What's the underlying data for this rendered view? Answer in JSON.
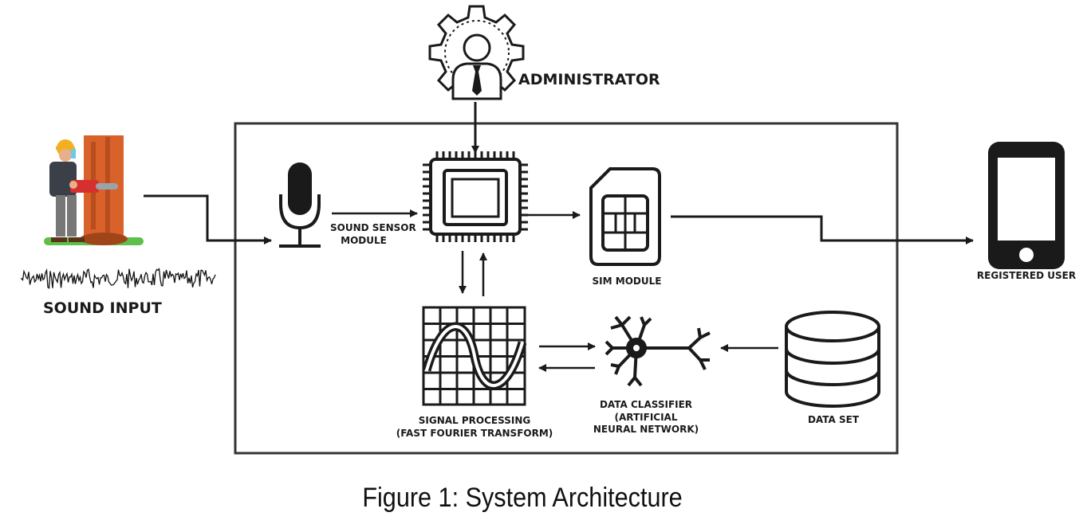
{
  "nodes": {
    "administrator": "ADMINISTRATOR",
    "sound_input": "SOUND INPUT",
    "sound_sensor": [
      "SOUND SENSOR",
      "MODULE"
    ],
    "sim_module": "SIM MODULE",
    "registered_user": "REGISTERED USER",
    "signal_processing": [
      "SIGNAL PROCESSING",
      "(FAST FOURIER TRANSFORM)"
    ],
    "data_classifier": [
      "DATA CLASSIFIER",
      "(ARTIFICIAL",
      "NEURAL NETWORK)"
    ],
    "data_set": "DATA SET"
  },
  "caption": "Figure 1: System Architecture",
  "colors": {
    "line": "#1a1a1a",
    "tree": "#d9622b",
    "helmet": "#f2b020",
    "grass": "#5fbf4a",
    "saw": "#d62f2f"
  },
  "icons": [
    "lumberjack-icon",
    "sound-wave-icon",
    "administrator-gear-icon",
    "microphone-icon",
    "processor-chip-icon",
    "sim-card-icon",
    "smartphone-icon",
    "signal-grid-icon",
    "neural-network-icon",
    "database-icon"
  ]
}
